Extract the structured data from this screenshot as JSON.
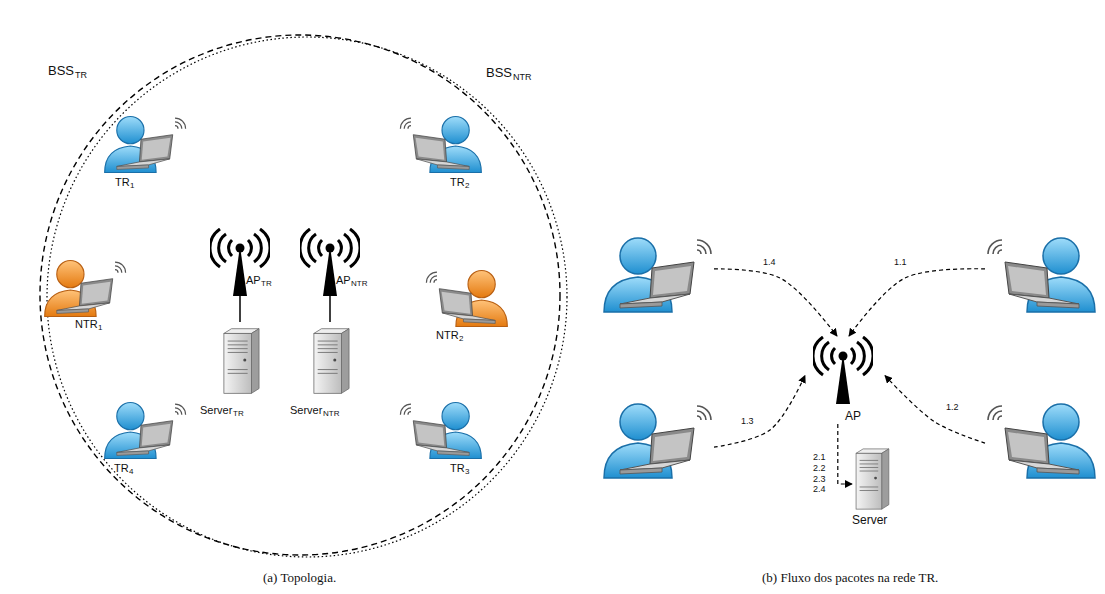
{
  "diagram": {
    "nodes": [
      {
        "text": []
      },
      {
        "text": []
      },
      {
        "text": [
          "AP"
        ]
      },
      {
        "text": []
      },
      {
        "text": []
      },
      {
        "text": [
          "Server"
        ]
      }
    ],
    "edges": [
      {
        "from": 1,
        "to": 2,
        "label": "1.1",
        "arrow": "to"
      },
      {
        "from": 4,
        "to": 2,
        "label": "1.2",
        "arrow": "to"
      },
      {
        "from": 3,
        "to": 2,
        "label": "1.3",
        "arrow": "to"
      },
      {
        "from": 0,
        "to": 2,
        "label": "1.4",
        "arrow": "to"
      },
      {
        "from": 2,
        "to": 5,
        "label": "2.1 2.2 2.3 2.4",
        "arrow": "to"
      }
    ],
    "labels": [
      "BSS",
      "TR",
      "BSS",
      "NTR",
      "TR",
      "1",
      "TR",
      "2",
      "NTR",
      "1",
      "NTR",
      "2",
      "AP",
      "TR",
      "AP",
      "NTR",
      "Server",
      "TR",
      "Server",
      "NTR",
      "TR",
      "4",
      "TR",
      "3",
      "(a) Topologia.",
      "(b) Fluxo dos pacotes na rede TR."
    ]
  }
}
